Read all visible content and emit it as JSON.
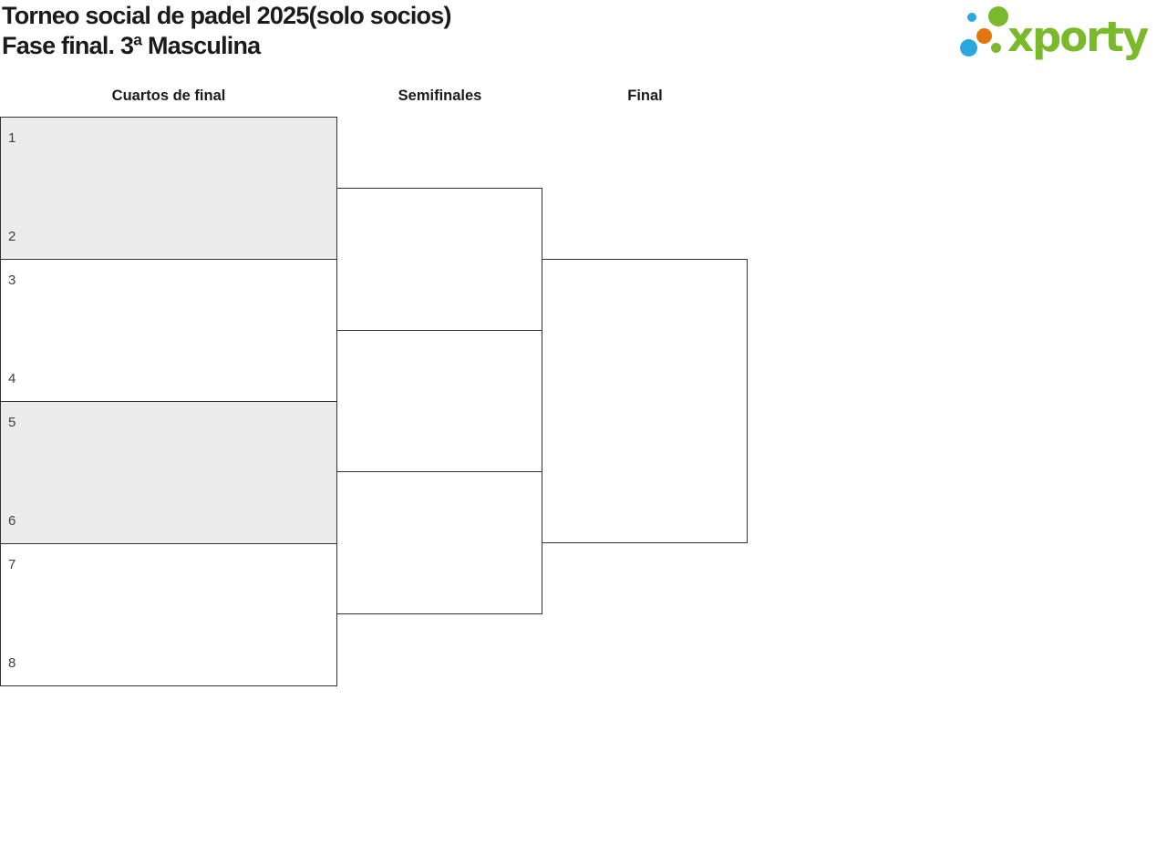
{
  "header": {
    "title_line1": "Torneo social de padel 2025(solo socios)",
    "title_line2": "Fase final. 3ª Masculina"
  },
  "logo": {
    "wordmark": "xporty"
  },
  "brand": {
    "green": "#7ab82c",
    "blue": "#29a8e0",
    "orange": "#e1760e"
  },
  "colors": {
    "text": "#1b1b1b",
    "box_border": "#333333",
    "shaded_fill": "#ececec",
    "seed_text": "#414141"
  },
  "bracket": {
    "rounds": [
      {
        "label": "Cuartos de final",
        "matches": [
          {
            "seeds": [
              "1",
              "2"
            ],
            "shaded": true
          },
          {
            "seeds": [
              "3",
              "4"
            ],
            "shaded": false
          },
          {
            "seeds": [
              "5",
              "6"
            ],
            "shaded": true
          },
          {
            "seeds": [
              "7",
              "8"
            ],
            "shaded": false
          }
        ]
      },
      {
        "label": "Semifinales",
        "matches": [
          {
            "seeds": []
          },
          {
            "seeds": []
          }
        ]
      },
      {
        "label": "Final",
        "matches": [
          {
            "seeds": []
          }
        ]
      }
    ]
  }
}
